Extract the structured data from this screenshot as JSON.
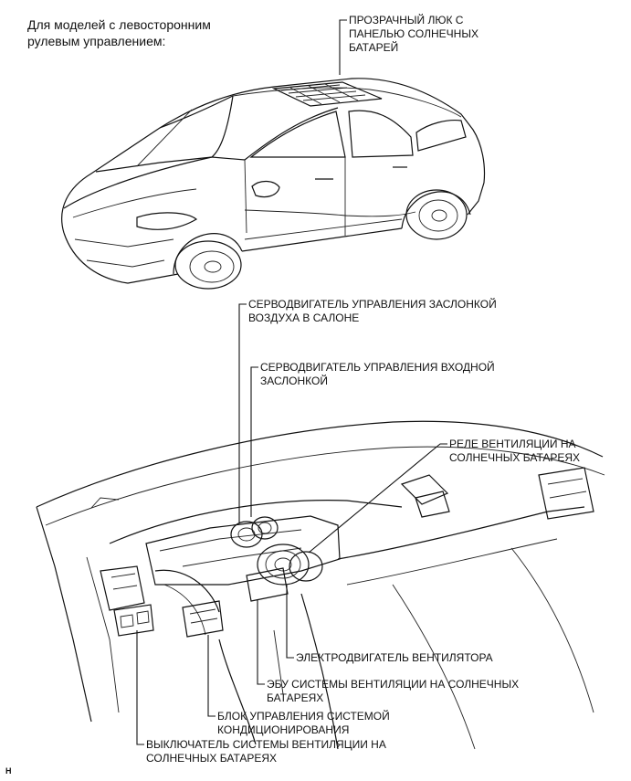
{
  "caption": {
    "line1": "Для моделей с левосторонним",
    "line2": "рулевым управлением:"
  },
  "labels": {
    "solar_roof": [
      "ПРОЗРАЧНЫЙ ЛЮК С",
      "ПАНЕЛЬЮ СОЛНЕЧНЫХ",
      "БАТАРЕЙ"
    ],
    "air_mix_servo": [
      "СЕРВОДВИГАТЕЛЬ УПРАВЛЕНИЯ ЗАСЛОНКОЙ",
      "ВОЗДУХА В САЛОНЕ"
    ],
    "inlet_servo": [
      "СЕРВОДВИГАТЕЛЬ УПРАВЛЕНИЯ ВХОДНОЙ",
      "ЗАСЛОНКОЙ"
    ],
    "solar_relay": [
      "РЕЛЕ ВЕНТИЛЯЦИИ НА",
      "СОЛНЕЧНЫХ БАТАРЕЯХ"
    ],
    "blower_motor": [
      "ЭЛЕКТРОДВИГАТЕЛЬ ВЕНТИЛЯТОРА"
    ],
    "solar_ecu": [
      "ЭБУ СИСТЕМЫ ВЕНТИЛЯЦИИ НА СОЛНЕЧНЫХ",
      "БАТАРЕЯХ"
    ],
    "ac_control": [
      "БЛОК УПРАВЛЕНИЯ СИСТЕМОЙ",
      "КОНДИЦИОНИРОВАНИЯ"
    ],
    "solar_switch": [
      "ВЫКЛЮЧАТЕЛЬ СИСТЕМЫ ВЕНТИЛЯЦИИ НА",
      "СОЛНЕЧНЫХ БАТАРЕЯХ"
    ]
  },
  "corner_mark": "H"
}
